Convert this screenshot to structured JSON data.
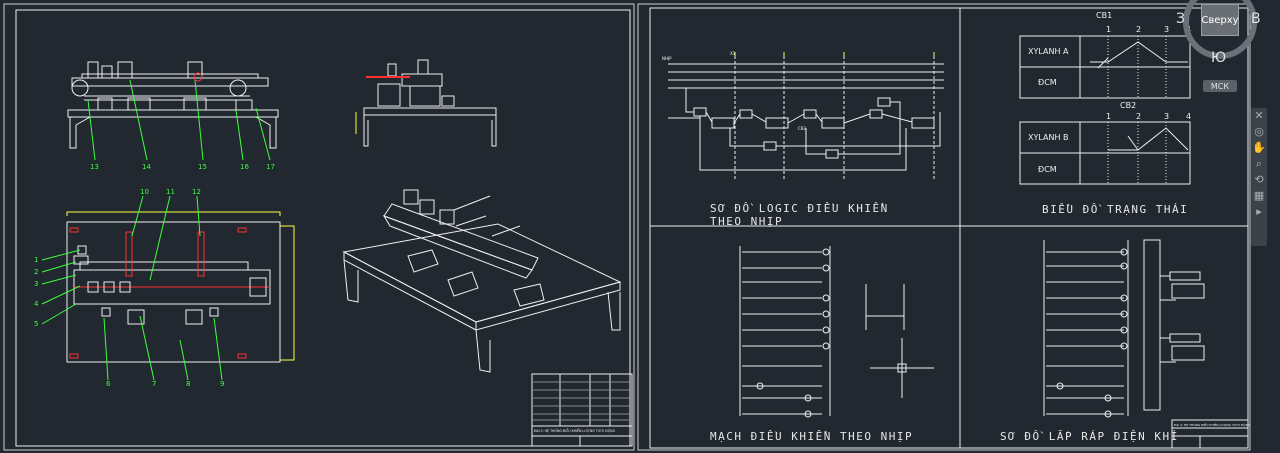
{
  "view_cube": {
    "face_label": "Сверху",
    "west": "З",
    "east": "В",
    "south": "Ю"
  },
  "wcs_label": "МСК",
  "navbar_icons": [
    "close-icon",
    "steering-wheel-icon",
    "pan-icon",
    "zoom-icon",
    "orbit-icon",
    "showmotion-icon",
    "expand-icon"
  ],
  "sheet1": {
    "part_numbers": [
      "1",
      "2",
      "3",
      "4",
      "5",
      "6",
      "7",
      "8",
      "9",
      "10",
      "11",
      "12",
      "13",
      "14",
      "15",
      "16",
      "17"
    ],
    "title_block_text": "ĐAI 2: HỆ THỐNG ĐIỀU KHIỂN LƯỢNG TƯƠI ĐỘNG"
  },
  "sheet2": {
    "titles": {
      "logic": "SƠ ĐỒ LOGIC  ĐIỀU  KHIỂN  THEO  NHỊP",
      "state": "BIỂU  ĐỒ TRẠNG  THÁI",
      "control": "MẠCH  ĐIỀU  KHIỂN  THEO  NHỊP",
      "assembly": "SƠ ĐỒ LẮP  RÁP  ĐIỆN  KHÍ"
    },
    "state_diagram": {
      "sensor1": "CB1",
      "sensor2": "CB2",
      "cyl_a": "XYLANH  A",
      "cyl_b": "XYLANH  B",
      "motor": "ĐCM",
      "steps": [
        "1",
        "2",
        "3",
        "4"
      ]
    },
    "logic_labels": {
      "input": "NHỊP",
      "cb": "CB2",
      "x": "X1"
    },
    "title_block_text": "ĐAI 2: HỆ THỐNG ĐIỀU KHIỂN LƯỢNG TƯƠI ĐỘNG"
  },
  "colors": {
    "background": "#212830",
    "lines": "#f0f0f0",
    "accent_red": "#ff3030",
    "accent_green": "#3cff3c",
    "accent_yellow": "#ffff40"
  }
}
